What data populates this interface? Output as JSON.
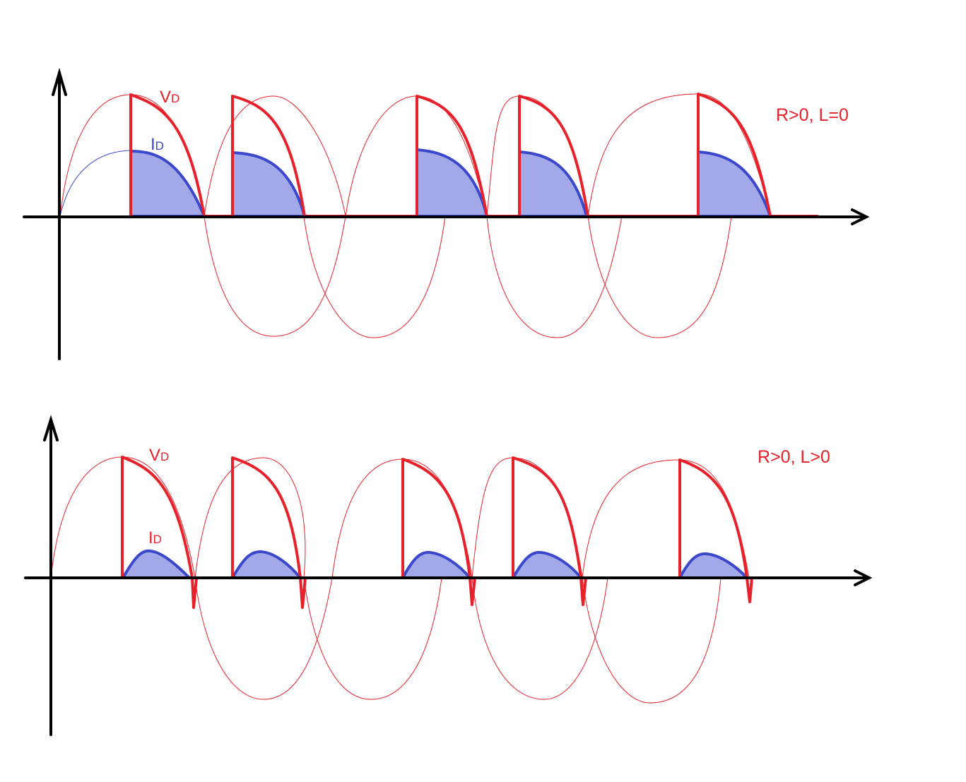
{
  "colors": {
    "voltage": "#e8202a",
    "current": "#3b48cc",
    "current_fill": "#a3a9e8",
    "axis": "#000000"
  },
  "panels": [
    {
      "id": "top",
      "condition": "R>0, L=0",
      "voltage_label": {
        "main": "V",
        "sub": "D"
      },
      "current_label": {
        "main": "I",
        "sub": "D"
      },
      "current_label_color": "current"
    },
    {
      "id": "bottom",
      "condition": "R>0, L>0",
      "voltage_label": {
        "main": "V",
        "sub": "D"
      },
      "current_label": {
        "main": "I",
        "sub": "D"
      },
      "current_label_color": "voltage"
    }
  ]
}
